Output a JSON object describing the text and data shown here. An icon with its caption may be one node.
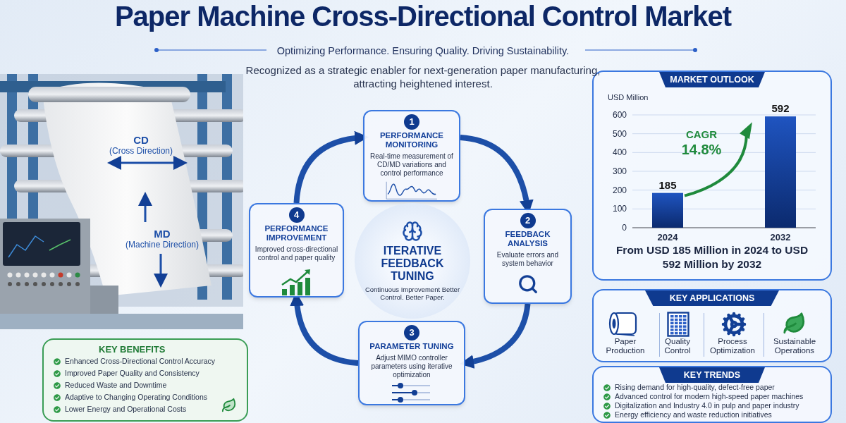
{
  "diagram": {
    "title": "Paper Machine Cross-Directional Control Market",
    "nodes": [
      {
        "text": [
          "1",
          "PERFORMANCE MONITORING",
          "Real-time measurement of CD/MD variations and control performance"
        ]
      },
      {
        "text": [
          "2",
          "FEEDBACK ANALYSIS",
          "Evaluate errors and system behavior"
        ]
      },
      {
        "text": [
          "3",
          "PARAMETER TUNING",
          "Adjust MIMO controller parameters using iterative optimization"
        ]
      },
      {
        "text": [
          "4",
          "PERFORMANCE IMPROVEMENT",
          "Improved cross-directional control and paper quality"
        ]
      },
      {
        "text": [
          "ITERATIVE FEEDBACK TUNING",
          "Continuous Improvement Better Control. Better Paper."
        ]
      },
      {
        "text": [
          "MARKET OUTLOOK",
          "From USD 185 Million in 2024 to USD 592 Million by 2032"
        ]
      },
      {
        "text": [
          "KEY APPLICATIONS"
        ]
      },
      {
        "text": [
          "KEY TRENDS",
          "Rising demand for high-quality, defect-free paper",
          "Advanced control for modern high-speed paper machines",
          "Digitalization and Industry 4.0 in pulp and paper industry",
          "Energy efficiency and waste reduction initiatives"
        ]
      },
      {
        "text": [
          "KEY BENEFITS",
          "Enhanced Cross-Directional Control Accuracy",
          "Improved Paper Quality and Consistency",
          "Reduced Waste and Downtime",
          "Adaptive to Changing Operating Conditions",
          "Lower Energy and Operational Costs"
        ]
      }
    ],
    "edges": [
      {
        "from": 0,
        "to": 1,
        "arrow": "to"
      },
      {
        "from": 1,
        "to": 2,
        "arrow": "to"
      },
      {
        "from": 2,
        "to": 3,
        "arrow": "to"
      },
      {
        "from": 3,
        "to": 0,
        "arrow": "to"
      }
    ],
    "labels": [
      "Optimizing Performance. Ensuring Quality. Driving Sustainability.",
      "Recognized as a strategic enabler for next-generation paper manufacturing, attracting heightened interest.",
      "CD",
      "(Cross Direction)",
      "MD",
      "(Machine Direction)",
      "CAGR",
      "14.8%",
      "Paper Production",
      "Quality Control",
      "Process Optimization",
      "Sustainable Operations"
    ],
    "chart_data": {
      "type": "bar",
      "ylabel": "USD Million",
      "categories": [
        "2024",
        "2032"
      ],
      "values": [
        185,
        592
      ],
      "ylim": [
        0,
        600
      ],
      "grid": true,
      "yticks": [
        0,
        100,
        200,
        300,
        400,
        500,
        600
      ],
      "data_labels": true
    }
  }
}
